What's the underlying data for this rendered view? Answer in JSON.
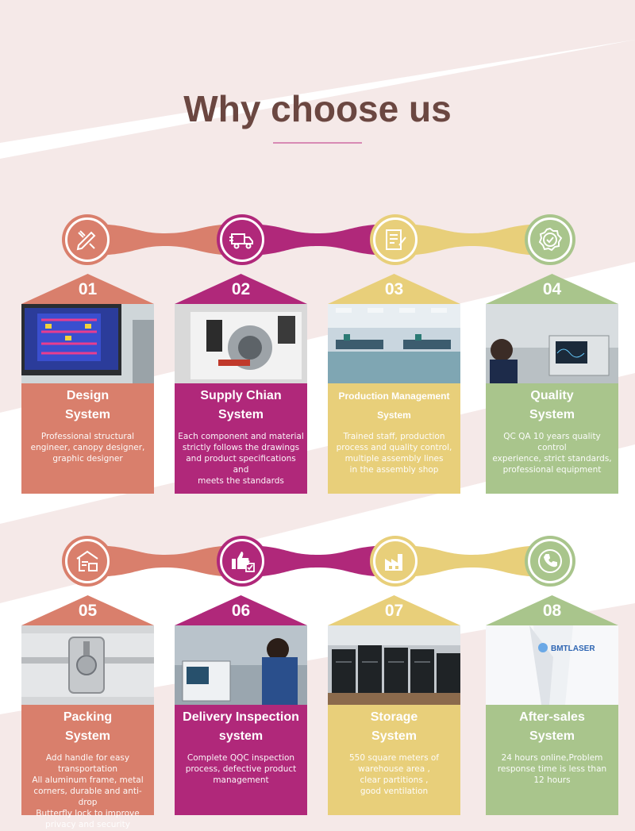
{
  "title": "Why choose us",
  "colors": {
    "orange": "#d97f6c",
    "magenta": "#b0287a",
    "yellow": "#e8cf7a",
    "green": "#a9c58c",
    "title": "#6b4741",
    "accent_line": "#d88ab4",
    "background_band": "#f5e9e8"
  },
  "rows": [
    {
      "icons": [
        "pencil-ruler-icon",
        "delivery-truck-icon",
        "checklist-edit-icon",
        "quality-badge-icon"
      ],
      "cards": [
        {
          "number": "01",
          "title": "Design\nSystem",
          "description": "Professional structural\nengineer, canopy designer,\ngraphic designer",
          "photo": "circuit-design-monitor"
        },
        {
          "number": "02",
          "title": "Supply Chian\nSystem",
          "description": "Each component and material\nstrictly follows the drawings\nand product specifications and\nmeets the standards",
          "photo": "machine-components"
        },
        {
          "number": "03",
          "title": "Production Management\nSystem",
          "description": "Trained staff, production\nprocess and quality control,\nmultiple assembly lines\nin the assembly shop",
          "photo": "assembly-workshop"
        },
        {
          "number": "04",
          "title": "Quality\nSystem",
          "description": "QC QA 10 years quality control\nexperience, strict standards,\nprofessional equipment",
          "photo": "oscilloscope-testing"
        }
      ]
    },
    {
      "icons": [
        "warehouse-package-icon",
        "thumbs-up-check-icon",
        "factory-icon",
        "phone-icon"
      ],
      "cards": [
        {
          "number": "05",
          "title": "Packing\nSystem",
          "description": "Add handle for easy\ntransportation\nAll aluminum frame, metal\ncorners, durable and anti-drop\nButterfly lock to improve\nprivacy and security",
          "photo": "aluminum-case-lock"
        },
        {
          "number": "06",
          "title": "Delivery Inspection\nsystem",
          "description": "Complete QQC inspection\nprocess, defective product\nmanagement",
          "photo": "device-inspection"
        },
        {
          "number": "07",
          "title": "Storage\nSystem",
          "description": "550 square meters of\nwarehouse area ,\nclear partitions ,\ngood ventilation",
          "photo": "warehouse-cases"
        },
        {
          "number": "08",
          "title": "After-sales\nSystem",
          "description": "24 hours online,Problem\nresponse time is less than\n12 hours",
          "photo": "bmt-laser-coat",
          "photo_logo_text": "BMTLASER"
        }
      ]
    }
  ]
}
